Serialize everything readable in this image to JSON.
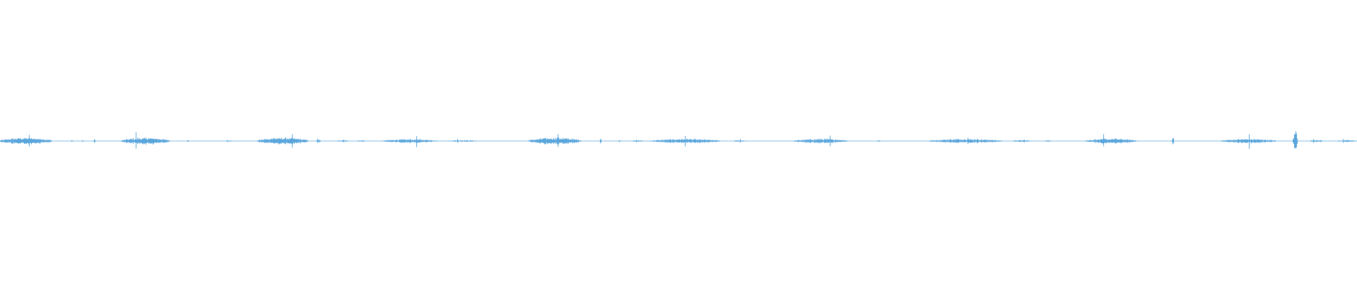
{
  "colors": {
    "waveform": "#5aa6dc",
    "background": "#ffffff"
  },
  "chart_data": {
    "type": "area",
    "title": "",
    "xlabel": "",
    "ylabel": "",
    "grid": false,
    "legend": "none",
    "ylim": [
      -1,
      1
    ],
    "x_range": [
      0,
      1
    ],
    "bursts": [
      {
        "start": 0.0,
        "end": 0.038,
        "amplitude": 0.22,
        "peak": 0.45
      },
      {
        "start": 0.053,
        "end": 0.054,
        "amplitude": 0.04,
        "peak": 0.05
      },
      {
        "start": 0.06,
        "end": 0.061,
        "amplitude": 0.04,
        "peak": 0.05
      },
      {
        "start": 0.069,
        "end": 0.07,
        "amplitude": 0.1,
        "peak": 0.12
      },
      {
        "start": 0.09,
        "end": 0.125,
        "amplitude": 0.22,
        "peak": 0.52
      },
      {
        "start": 0.138,
        "end": 0.139,
        "amplitude": 0.05,
        "peak": 0.06
      },
      {
        "start": 0.165,
        "end": 0.172,
        "amplitude": 0.04,
        "peak": 0.06
      },
      {
        "start": 0.19,
        "end": 0.227,
        "amplitude": 0.22,
        "peak": 0.55
      },
      {
        "start": 0.233,
        "end": 0.236,
        "amplitude": 0.08,
        "peak": 0.18
      },
      {
        "start": 0.248,
        "end": 0.257,
        "amplitude": 0.06,
        "peak": 0.1
      },
      {
        "start": 0.262,
        "end": 0.27,
        "amplitude": 0.04,
        "peak": 0.05
      },
      {
        "start": 0.282,
        "end": 0.322,
        "amplitude": 0.12,
        "peak": 0.45
      },
      {
        "start": 0.33,
        "end": 0.352,
        "amplitude": 0.06,
        "peak": 0.15
      },
      {
        "start": 0.39,
        "end": 0.428,
        "amplitude": 0.22,
        "peak": 0.5
      },
      {
        "start": 0.442,
        "end": 0.443,
        "amplitude": 0.14,
        "peak": 0.16
      },
      {
        "start": 0.455,
        "end": 0.458,
        "amplitude": 0.05,
        "peak": 0.07
      },
      {
        "start": 0.465,
        "end": 0.475,
        "amplitude": 0.05,
        "peak": 0.08
      },
      {
        "start": 0.48,
        "end": 0.53,
        "amplitude": 0.14,
        "peak": 0.35
      },
      {
        "start": 0.54,
        "end": 0.55,
        "amplitude": 0.06,
        "peak": 0.12
      },
      {
        "start": 0.585,
        "end": 0.625,
        "amplitude": 0.14,
        "peak": 0.38
      },
      {
        "start": 0.645,
        "end": 0.65,
        "amplitude": 0.04,
        "peak": 0.05
      },
      {
        "start": 0.685,
        "end": 0.738,
        "amplitude": 0.14,
        "peak": 0.25
      },
      {
        "start": 0.745,
        "end": 0.76,
        "amplitude": 0.06,
        "peak": 0.12
      },
      {
        "start": 0.77,
        "end": 0.775,
        "amplitude": 0.05,
        "peak": 0.06
      },
      {
        "start": 0.8,
        "end": 0.838,
        "amplitude": 0.16,
        "peak": 0.48
      },
      {
        "start": 0.864,
        "end": 0.865,
        "amplitude": 0.22,
        "peak": 0.24
      },
      {
        "start": 0.9,
        "end": 0.94,
        "amplitude": 0.14,
        "peak": 0.55
      },
      {
        "start": 0.953,
        "end": 0.956,
        "amplitude": 0.62,
        "peak": 0.65
      },
      {
        "start": 0.965,
        "end": 0.975,
        "amplitude": 0.08,
        "peak": 0.14
      },
      {
        "start": 0.985,
        "end": 1.0,
        "amplitude": 0.06,
        "peak": 0.12
      }
    ],
    "noise_floor": 0.012
  }
}
